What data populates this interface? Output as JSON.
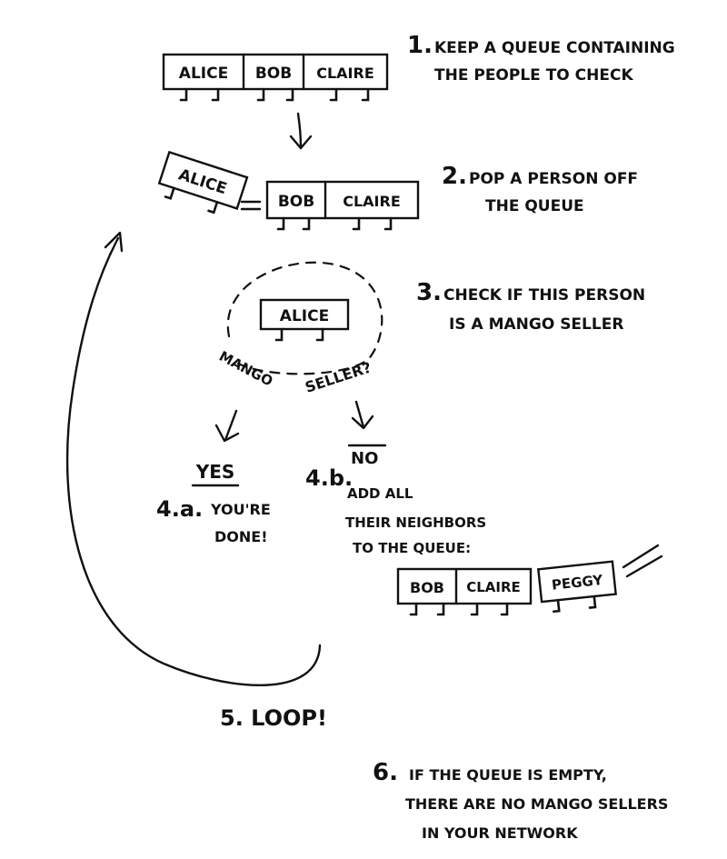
{
  "steps": {
    "s1": {
      "num": "1.",
      "line1": "KEEP A QUEUE CONTAINING",
      "line2": "THE PEOPLE TO CHECK"
    },
    "s2": {
      "num": "2.",
      "line1": "POP A PERSON OFF",
      "line2": "THE QUEUE"
    },
    "s3": {
      "num": "3.",
      "line1": "CHECK IF THIS PERSON",
      "line2": "IS A MANGO SELLER"
    },
    "s4a": {
      "heading": "YES",
      "num": "4.a.",
      "line1": "YOU'RE",
      "line2": "DONE!"
    },
    "s4b": {
      "heading": "NO",
      "num": "4.b.",
      "line1": "ADD ALL",
      "line2": "THEIR NEIGHBORS",
      "line3": "TO THE QUEUE:"
    },
    "s5": {
      "label": "5. LOOP!"
    },
    "s6": {
      "num": "6.",
      "line1": "IF THE QUEUE IS EMPTY,",
      "line2": "THERE ARE NO MANGO SELLERS",
      "line3": "IN YOUR NETWORK"
    }
  },
  "queue1": [
    "ALICE",
    "BOB",
    "CLAIRE"
  ],
  "popped": "ALICE",
  "equals_sign": "=",
  "queue2": [
    "BOB",
    "CLAIRE"
  ],
  "checking": "ALICE",
  "question": {
    "word1": "MANGO",
    "word2": "SELLER?"
  },
  "queue3": [
    "BOB",
    "CLAIRE"
  ],
  "new_person": "PEGGY"
}
